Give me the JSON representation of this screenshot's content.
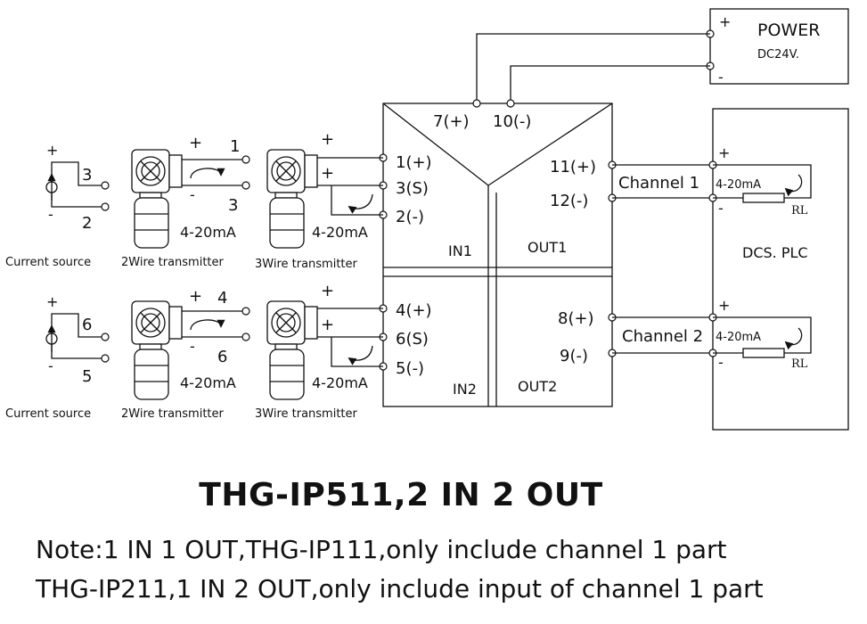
{
  "power": {
    "label": "POWER",
    "voltage": "DC24V.",
    "plus": "+",
    "minus": "-"
  },
  "module": {
    "power_pos": "7(+)",
    "power_neg": "10(-)",
    "in1_pos": "1(+)",
    "in1_s": "3(S)",
    "in1_neg": "2(-)",
    "in2_pos": "4(+)",
    "in2_s": "6(S)",
    "in2_neg": "5(-)",
    "out1_pos": "11(+)",
    "out1_neg": "12(-)",
    "out2_pos": "8(+)",
    "out2_neg": "9(-)",
    "in1": "IN1",
    "out1": "OUT1",
    "in2": "IN2",
    "out2": "OUT2"
  },
  "plc": {
    "label": "DCS. PLC"
  },
  "channels": [
    {
      "label": "Channel 1",
      "current": "4-20mA",
      "plus": "+",
      "minus": "-",
      "rl": "RL"
    },
    {
      "label": "Channel 2",
      "current": "4-20mA",
      "plus": "+",
      "minus": "-",
      "rl": "RL"
    }
  ],
  "devices": [
    {
      "current_source": {
        "label": "Current source",
        "plus": "+",
        "minus": "-",
        "t_top": "3",
        "t_bot": "2"
      },
      "two_wire": {
        "label": "2Wire transmitter",
        "plus": "+",
        "minus": "-",
        "t_top": "1",
        "t_bot": "3",
        "current": "4-20mA"
      },
      "three_wire": {
        "label": "3Wire transmitter",
        "plus_top": "+",
        "plus_mid": "+",
        "current": "4-20mA"
      }
    },
    {
      "current_source": {
        "label": "Current source",
        "plus": "+",
        "minus": "-",
        "t_top": "6",
        "t_bot": "5"
      },
      "two_wire": {
        "label": "2Wire transmitter",
        "plus": "+",
        "minus": "-",
        "t_top": "4",
        "t_bot": "6",
        "current": "4-20mA"
      },
      "three_wire": {
        "label": "3Wire transmitter",
        "plus_top": "+",
        "plus_mid": "+",
        "current": "4-20mA"
      }
    }
  ],
  "title": "THG-IP511,2 IN 2 OUT",
  "notes": [
    "Note:1 IN 1 OUT,THG-IP111,only include channel 1 part",
    "THG-IP211,1 IN 2 OUT,only include input of channel 1 part"
  ]
}
